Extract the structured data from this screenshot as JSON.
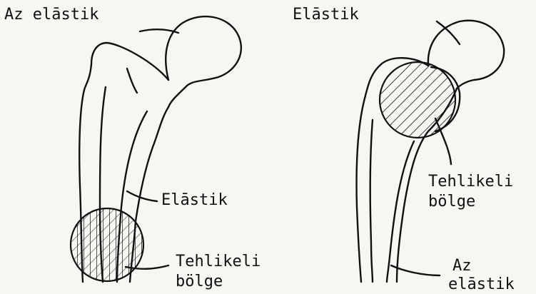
{
  "labels": {
    "left_top": "Az elāstik",
    "right_top": "Elāstik",
    "left_mid": "Elāstik",
    "left_danger_1": "Tehlikeli",
    "left_danger_2": "bölge",
    "right_danger_1": "Tehlikeli",
    "right_danger_2": "bölge",
    "right_bottom_1": "Az",
    "right_bottom_2": "elāstik"
  },
  "colors": {
    "ink": "#111111",
    "paper": "#f6f6f3"
  }
}
